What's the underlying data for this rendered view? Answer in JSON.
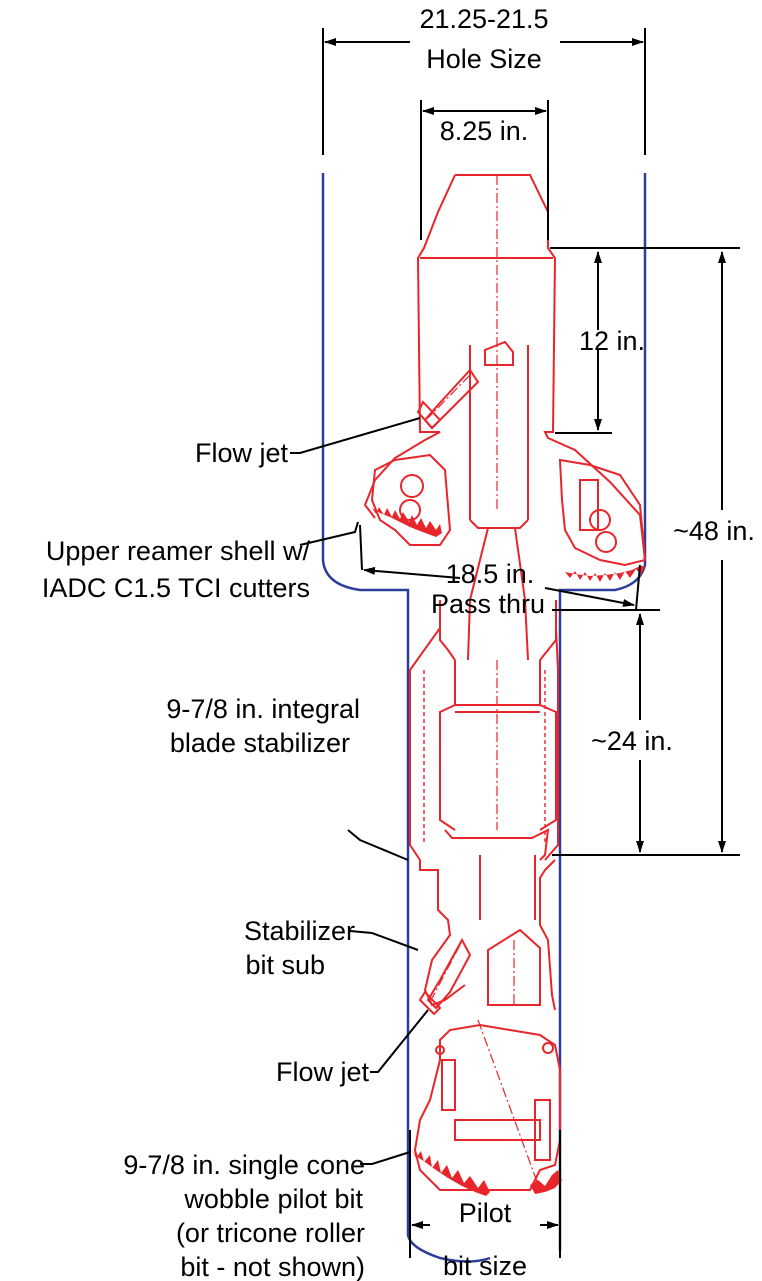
{
  "dimensions": {
    "hole_size_value": "21.25-21.5",
    "hole_size_label": "Hole Size",
    "shank": "8.25 in.",
    "upper_length": "12 in.",
    "overall_length": "~48 in.",
    "pass_thru_value": "18.5 in.",
    "pass_thru_label": "Pass thru",
    "stabilizer_length": "~24 in.",
    "pilot_line1": "Pilot",
    "pilot_line2": "bit size"
  },
  "callouts": {
    "flow_jet_upper": "Flow jet",
    "upper_reamer_line1": "Upper reamer shell w/",
    "upper_reamer_line2": "IADC C1.5 TCI cutters",
    "integral_stab_line1": "9-7/8 in. integral",
    "integral_stab_line2": "blade stabilizer",
    "stab_bitsub_line1": "Stabilizer",
    "stab_bitsub_line2": "bit sub",
    "flow_jet_lower": "Flow jet",
    "pilot_bit_line1": "9-7/8 in. single cone",
    "pilot_bit_line2": "wobble pilot bit",
    "pilot_bit_line3": "(or tricone roller",
    "pilot_bit_line4": "bit - not shown)"
  },
  "colors": {
    "tool_outline": "#e8252b",
    "hole_outline": "#2d3e9a",
    "dimension_lines": "#000000"
  }
}
